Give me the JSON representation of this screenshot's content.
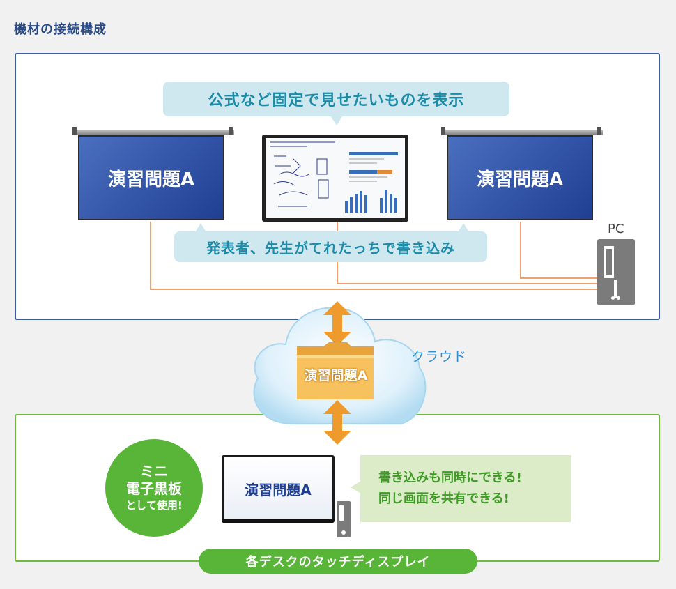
{
  "page_title": "機材の接続構成",
  "top_bubble": "公式など固定で見せたいものを表示",
  "middle_bubble": "発表者、先生がてれたっちで書き込み",
  "left_projector_text": "演習問題A",
  "right_projector_text": "演習問題A",
  "pc_label": "PC",
  "cloud_label": "クラウド",
  "folder_label": "演習問題A",
  "circle": {
    "line1": "ミニ",
    "line2": "電子黒板",
    "line3": "として使用!"
  },
  "desk_monitor_text": "演習問題A",
  "green_bubble": {
    "line1": "書き込みも同時にできる!",
    "line2": "同じ画面を共有できる!"
  },
  "desk_label": "各デスクのタッチディスプレイ",
  "colors": {
    "cable": "#f0a06a",
    "arrow": "#ef9a2c",
    "top_border": "#3d5fa0",
    "bottom_border": "#6fba3f",
    "accent_green": "#58b538"
  }
}
